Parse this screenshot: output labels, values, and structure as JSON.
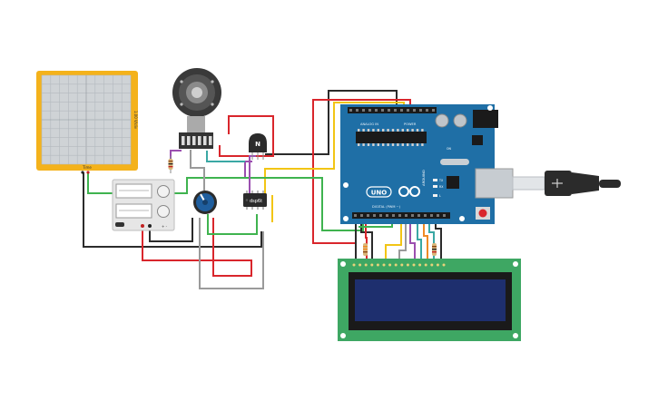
{
  "colors": {
    "wire_red": "#d9262c",
    "wire_black": "#2b2b2b",
    "wire_green": "#3fb34f",
    "wire_yellow": "#f2c515",
    "wire_purple": "#9b4fb0",
    "wire_teal": "#3aa8a4",
    "wire_orange": "#f08a24",
    "wire_gray": "#9a9a9a",
    "arduino_board": "#1f6fa6",
    "lcd_pcb": "#3ea763",
    "lcd_screen": "#1e2f6e",
    "scope_frame": "#f4b21b"
  },
  "oscilloscope": {
    "side_label": "1.00 V/div",
    "bottom_label": "Time"
  },
  "power_supply": {
    "label": "+ -"
  },
  "transistor": {
    "label": "N"
  },
  "ic_chip": {
    "label": "dsp6t"
  },
  "arduino": {
    "logo_text": "UNO",
    "brand_text": "ARDUINO",
    "analog_header_label": "ANALOG IN",
    "power_header_label": "POWER",
    "digital_header_label": "DIGITAL (PWM ~)",
    "tx_label": "TX",
    "rx_label": "RX",
    "led_label": "L",
    "on_label": "ON"
  },
  "icons": {
    "usb_cable": "usb-plug-icon",
    "motor": "dc-motor-icon",
    "potentiometer": "potentiometer-icon"
  }
}
